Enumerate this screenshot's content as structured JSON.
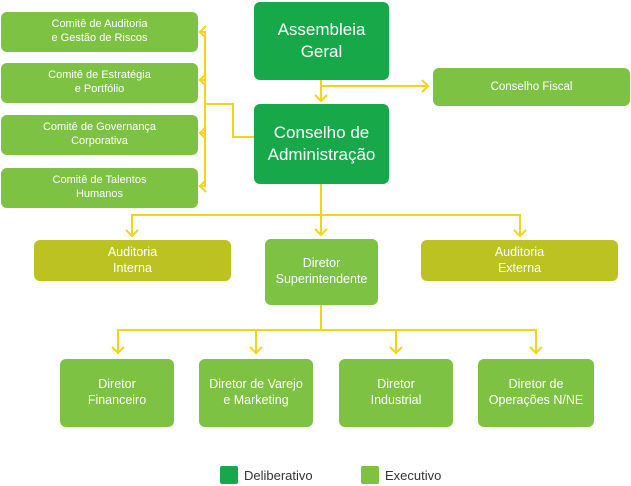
{
  "colors": {
    "deliberative": "#17a84a",
    "executive": "#7dc242",
    "audit": "#bcc222",
    "connector": "#f2d518"
  },
  "nodes": {
    "assembleia": "Assembleia\nGeral",
    "conselho_adm": "Conselho de\nAdministração",
    "conselho_fiscal": "Conselho Fiscal",
    "comite_auditoria": "Comitê de Auditoria\ne Gestão de Riscos",
    "comite_estrategia": "Comitê de Estratégia\ne Portfólio",
    "comite_governanca": "Comitê de Governança\nCorporativa",
    "comite_talentos": "Comitê de Talentos\nHumanos",
    "auditoria_interna": "Auditoria\nInterna",
    "diretor_superintendente": "Diretor\nSuperintendente",
    "auditoria_externa": "Auditoria\nExterna",
    "diretor_financeiro": "Diretor\nFinanceiro",
    "diretor_varejo": "Diretor de Varejo\ne Marketing",
    "diretor_industrial": "Diretor\nIndustrial",
    "diretor_operacoes": "Diretor de\nOperações N/NE"
  },
  "legend": {
    "deliberative": "Deliberativo",
    "executive": "Executivo"
  }
}
